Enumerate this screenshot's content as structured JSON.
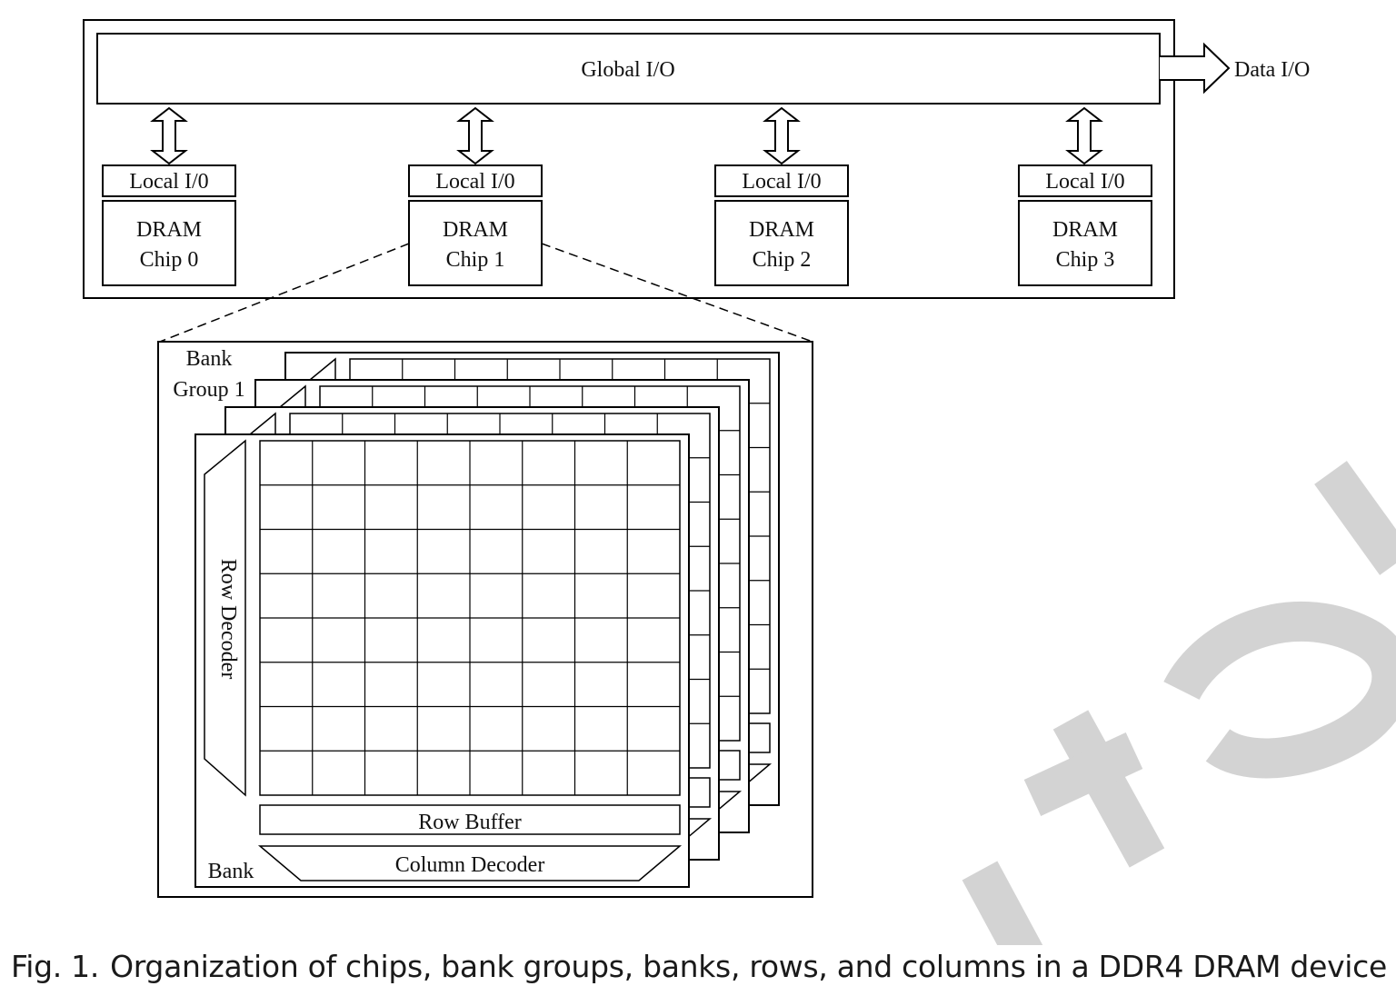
{
  "figure": {
    "global_io": "Global I/O",
    "data_io": "Data I/O",
    "chips": [
      {
        "local_io": "Local I/0",
        "line1": "DRAM",
        "line2": "Chip 0"
      },
      {
        "local_io": "Local I/0",
        "line1": "DRAM",
        "line2": "Chip 1"
      },
      {
        "local_io": "Local I/0",
        "line1": "DRAM",
        "line2": "Chip 2"
      },
      {
        "local_io": "Local I/0",
        "line1": "DRAM",
        "line2": "Chip 3"
      }
    ],
    "bank_group_line1": "Bank",
    "bank_group_line2": "Group 1",
    "row_decoder": "Row Decoder",
    "row_buffer": "Row Buffer",
    "column_decoder": "Column Decoder",
    "bank": "Bank"
  },
  "caption": {
    "label": "Fig. 1.",
    "text": "Organization of chips, bank groups, banks, rows, and columns in a DDR4 DRAM device"
  },
  "watermark": {
    "color": "#d3d3d3"
  }
}
